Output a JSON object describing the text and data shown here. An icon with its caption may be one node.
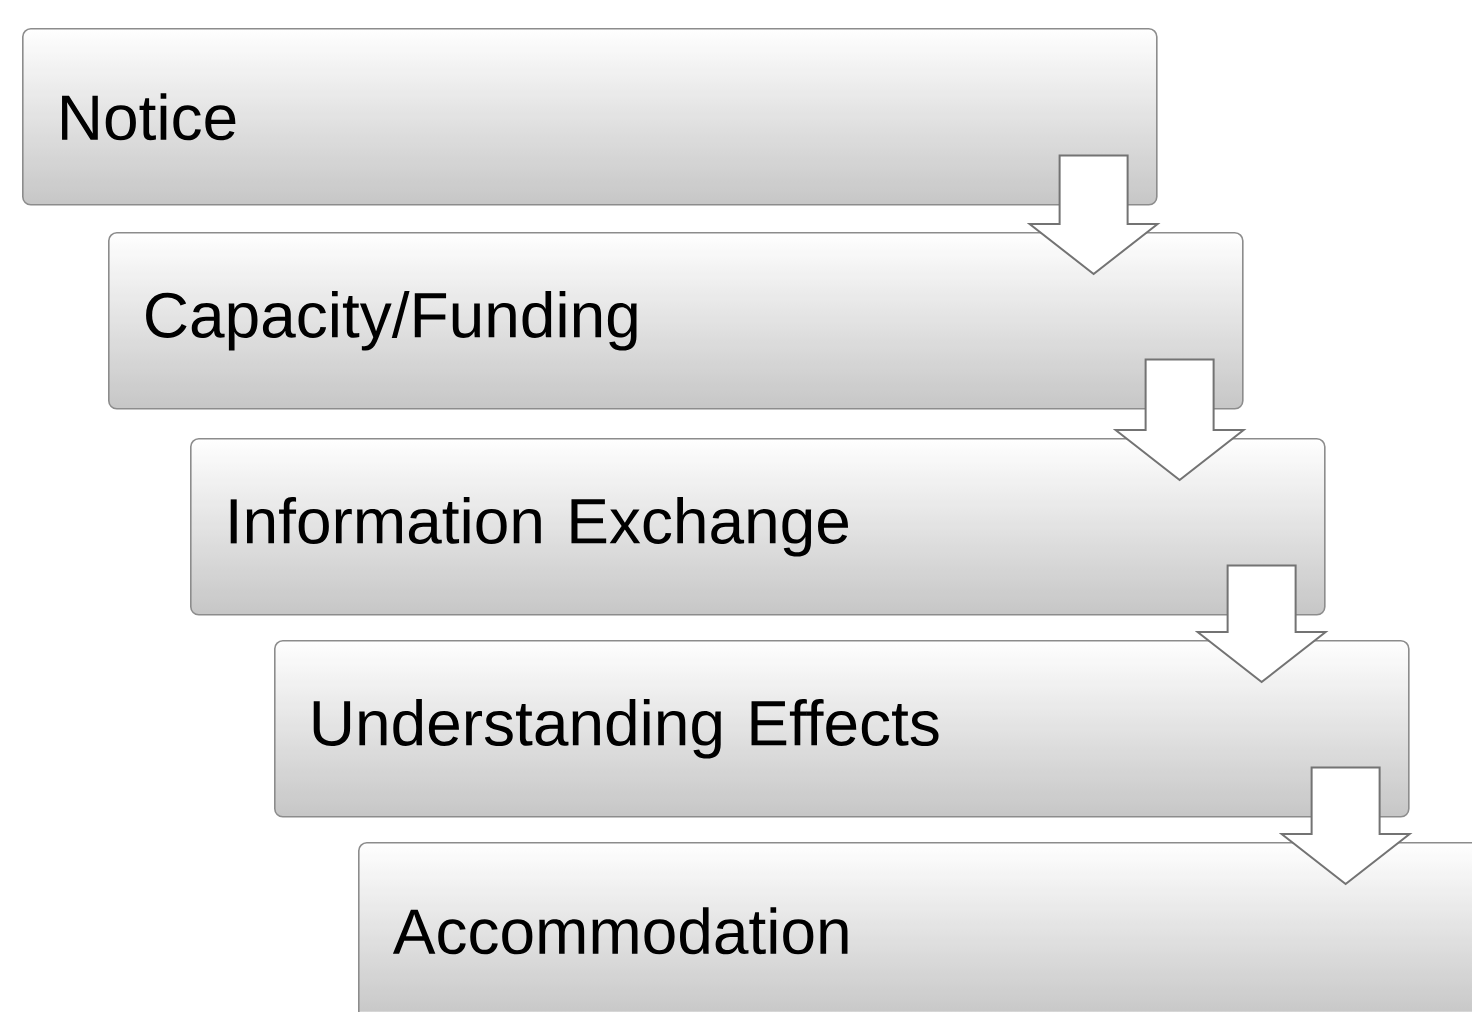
{
  "diagram": {
    "nodes": [
      {
        "text": [
          "Notice"
        ]
      },
      {
        "text": [
          "Capacity/Funding"
        ]
      },
      {
        "text": [
          "Information Exchange"
        ]
      },
      {
        "text": [
          "Understanding Effects"
        ]
      },
      {
        "text": [
          "Accommodation"
        ]
      }
    ],
    "edges": [
      {
        "from": 0,
        "to": 1,
        "arrow": "to"
      },
      {
        "from": 1,
        "to": 2,
        "arrow": "to"
      },
      {
        "from": 2,
        "to": 3,
        "arrow": "to"
      },
      {
        "from": 3,
        "to": 4,
        "arrow": "to"
      }
    ]
  }
}
